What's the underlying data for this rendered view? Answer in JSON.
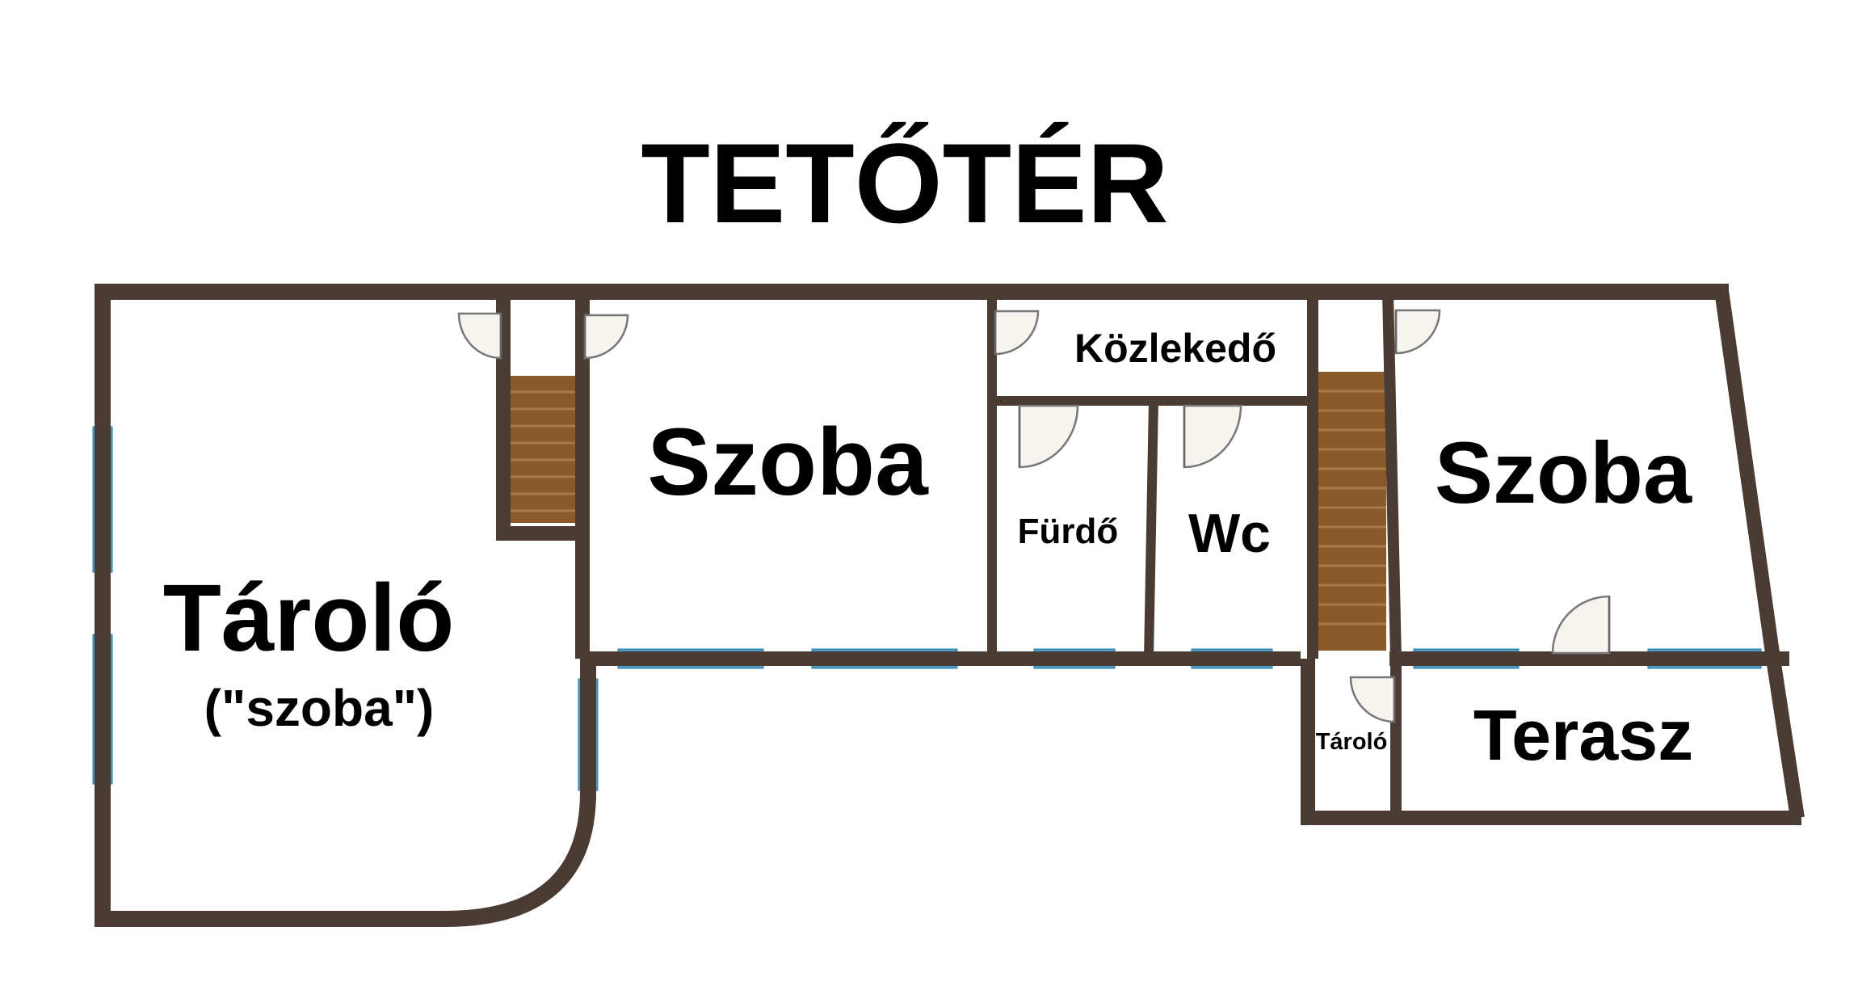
{
  "title": "TETŐTÉR",
  "colors": {
    "wall": "#4a3c33",
    "window": "#4b9cc8",
    "stairs": "#8a5a2b",
    "text": "#000000"
  },
  "rooms": {
    "storage_large": {
      "name": "Tároló",
      "note": "(\"szoba\")"
    },
    "room_left": {
      "name": "Szoba"
    },
    "corridor": {
      "name": "Közlekedő"
    },
    "bathroom": {
      "name": "Fürdő"
    },
    "wc": {
      "name": "Wc"
    },
    "room_right": {
      "name": "Szoba"
    },
    "storage_small": {
      "name": "Tároló"
    },
    "terrace": {
      "name": "Terasz"
    }
  }
}
